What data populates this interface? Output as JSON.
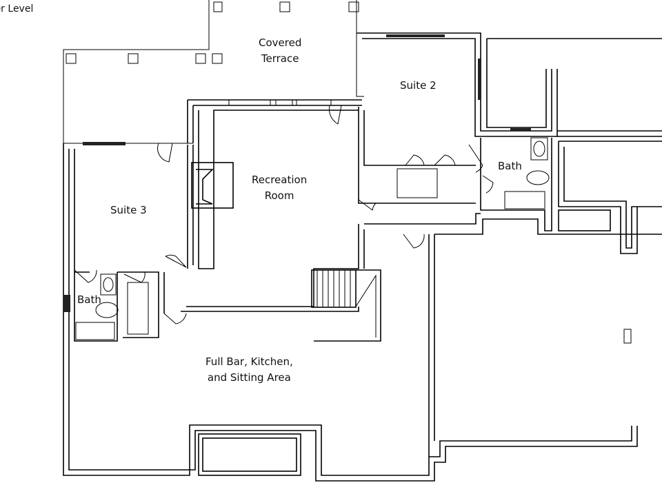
{
  "plan": {
    "level_title": "Lower Level",
    "rooms": {
      "covered_terrace": [
        "Covered",
        "Terrace"
      ],
      "suite2": "Suite 2",
      "bath_right": "Bath",
      "recreation_room": [
        "Recreation",
        "Room"
      ],
      "suite3": "Suite 3",
      "bath_left": "Bath",
      "full_bar": [
        "Full Bar, Kitchen,",
        "and Sitting Area"
      ]
    }
  }
}
